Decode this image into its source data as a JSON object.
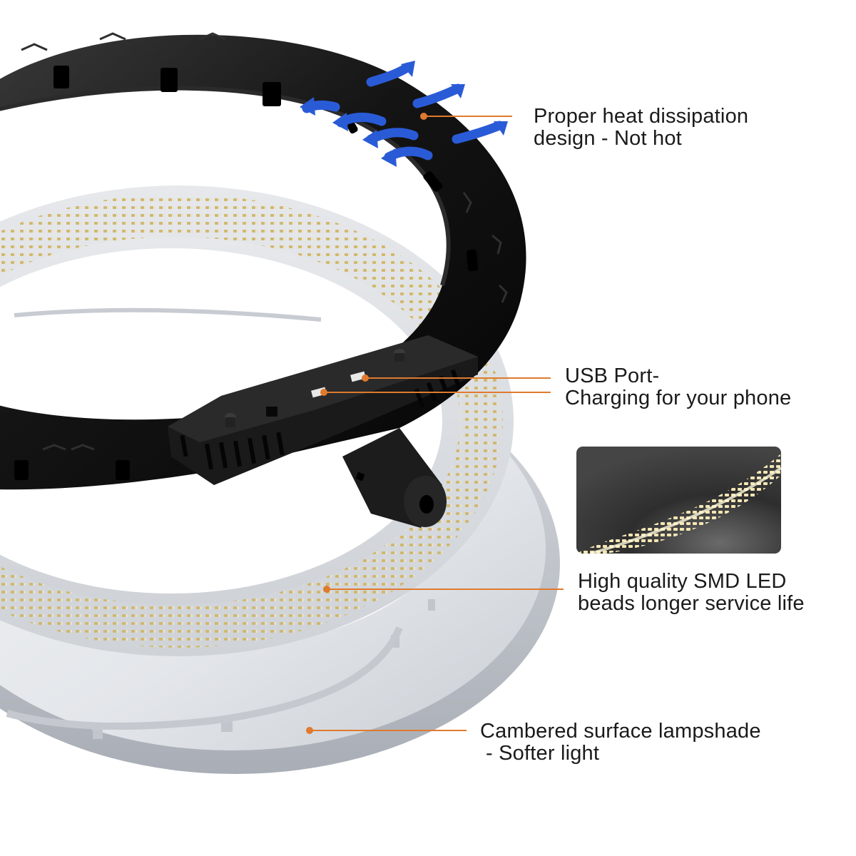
{
  "callouts": {
    "heat": {
      "line1": "Proper heat dissipation",
      "line2": "design - Not hot"
    },
    "usb": {
      "line1": "USB Port-",
      "line2": "Charging for your phone"
    },
    "led": {
      "line1": "High quality SMD LED",
      "line2": "beads longer service life"
    },
    "shade": {
      "line1": "Cambered surface lampshade",
      "line2": " - Softer light"
    }
  },
  "colors": {
    "leader_line": "#e07a2e",
    "airflow_arrow": "#2a5bd7",
    "ring_body": "#151515",
    "led_board": "#d9dce0",
    "led_bead": "#d6bf7a",
    "diffuser": "#e9ebee",
    "background": "#ffffff"
  },
  "icons": {
    "airflow": "airflow-arrow-icon",
    "usb": "usb-port-icon"
  }
}
